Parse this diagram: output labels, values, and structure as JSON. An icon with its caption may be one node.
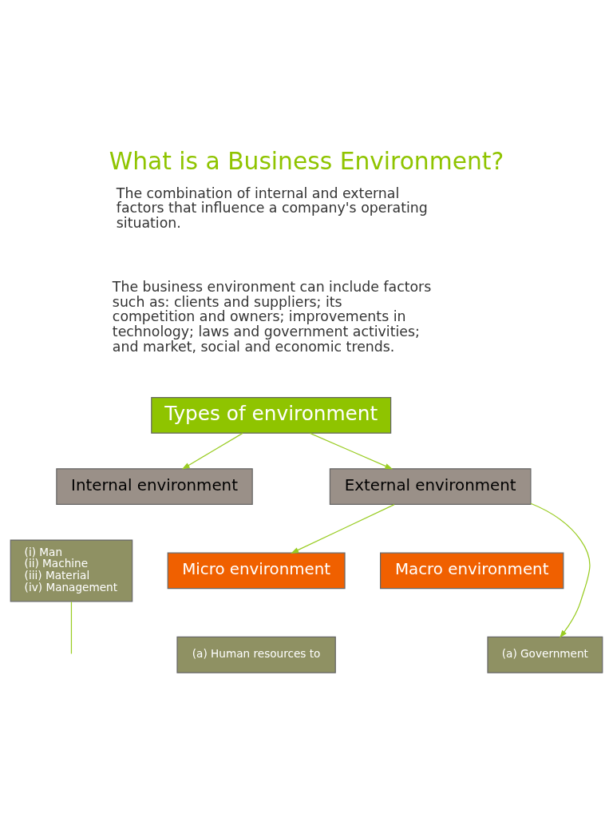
{
  "diagram": {
    "title": "What is a Business Environment?",
    "nodes": [
      {
        "text": [
          "Types of environment"
        ]
      },
      {
        "text": [
          "Internal environment"
        ]
      },
      {
        "text": [
          "External environment"
        ]
      },
      {
        "text": [
          "(i) Man",
          "(ii) Machine",
          "(iii) Material",
          "(iv) Management"
        ]
      },
      {
        "text": [
          "Micro environment"
        ]
      },
      {
        "text": [
          "Macro environment"
        ]
      },
      {
        "text": [
          "(a) Human resources to"
        ]
      },
      {
        "text": [
          "(a) Government"
        ]
      }
    ],
    "edges": [
      {
        "from": 0,
        "to": 1,
        "arrow": "to"
      },
      {
        "from": 0,
        "to": 2,
        "arrow": "to"
      },
      {
        "from": 2,
        "to": 4,
        "arrow": "to"
      },
      {
        "from": 2,
        "to": 7,
        "arrow": "to"
      },
      {
        "from": 3,
        "to": null,
        "arrow": "none"
      }
    ],
    "labels": [
      "The combination of internal and external factors that influence a company's operating situation.",
      "The business environment can include factors such as: clients and suppliers; its competition and owners; improvements in technology; laws and government activities; and market, social and economic trends."
    ]
  }
}
